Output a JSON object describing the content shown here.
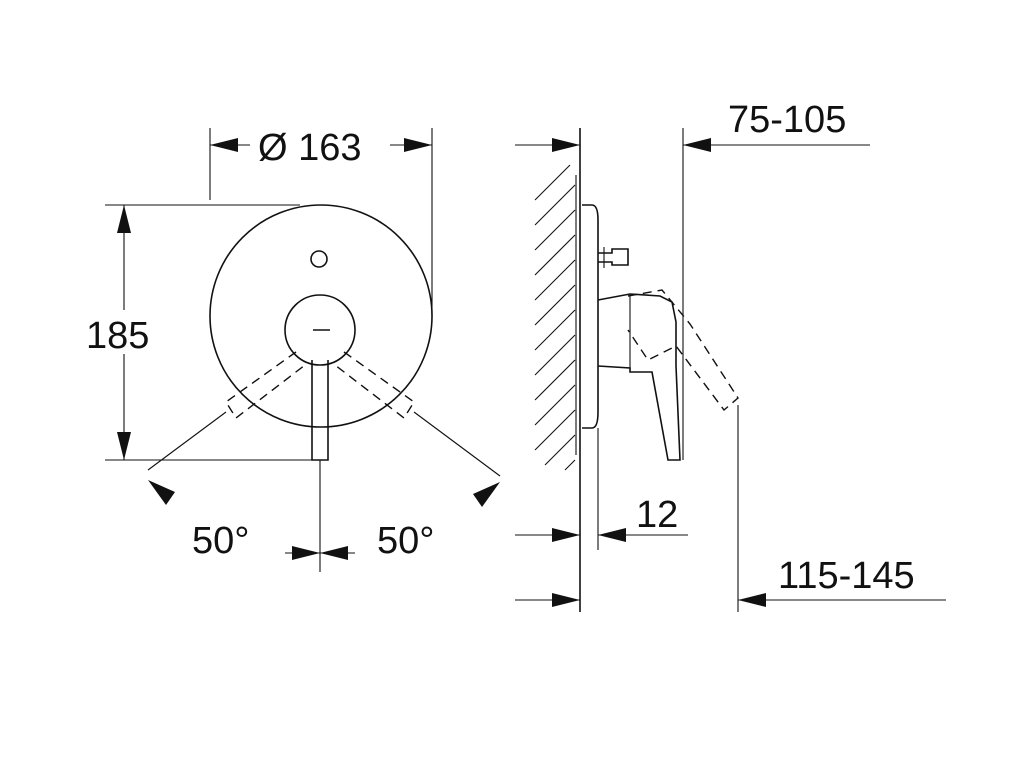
{
  "dimensions": {
    "diameter": "Ø 163",
    "height": "185",
    "angle_left": "50°",
    "angle_right": "50°",
    "depth_min_max": "75-105",
    "plate_thickness": "12",
    "total_depth": "115-145"
  }
}
